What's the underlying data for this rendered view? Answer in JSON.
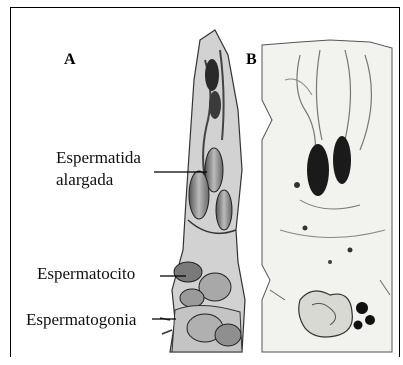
{
  "figure": {
    "panel_a_label": "A",
    "panel_b_label": "B",
    "labels": {
      "elongated_spermatid_line1": "Espermatida",
      "elongated_spermatid_line2": "alargada",
      "spermatocyte": "Espermatocito",
      "spermatogonium": "Espermatogonia"
    }
  }
}
